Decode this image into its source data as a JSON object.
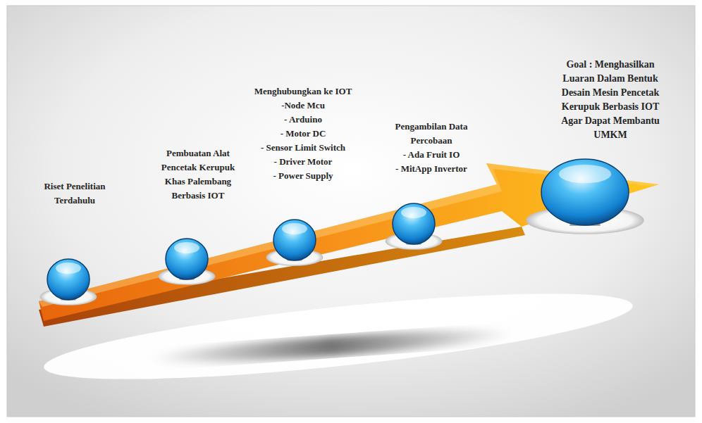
{
  "diagram": {
    "nodes": [
      {
        "text": [
          "Riset Penelitian Terdahulu"
        ]
      },
      {
        "text": [
          "Pembuatan Alat Pencetak Kerupuk Khas Palembang Berbasis IOT"
        ]
      },
      {
        "text": [
          "Menghubungkan ke IOT",
          "-Node Mcu",
          "- Arduino",
          "- Motor DC",
          "- Sensor Limit Switch",
          "- Driver Motor",
          "- Power Supply"
        ]
      },
      {
        "text": [
          "Pengambilan Data Percobaan",
          "- Ada Fruit IO",
          "- MitApp Invertor"
        ]
      },
      {
        "text": [
          "Goal : Menghasilkan Luaran Dalam Bentuk Desain Mesin Pencetak Kerupuk Berbasis IOT Agar Dapat Membantu UMKM"
        ]
      }
    ]
  }
}
